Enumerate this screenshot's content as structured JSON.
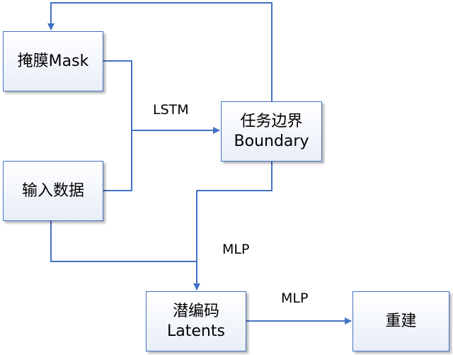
{
  "nodes": {
    "mask": {
      "label": "掩膜Mask"
    },
    "input": {
      "label": "输入数据"
    },
    "boundary": {
      "line1": "任务边界",
      "line2": "Boundary"
    },
    "latents": {
      "line1": "潜编码",
      "line2": "Latents"
    },
    "reconstruct": {
      "label": "重建"
    }
  },
  "edges": {
    "lstm": "LSTM",
    "mlp_to_latents": "MLP",
    "mlp_to_reconstruct": "MLP"
  },
  "colors": {
    "line": "#4472c4",
    "border": "#4472c4",
    "box_fill_top": "#ffffff",
    "box_fill_bottom": "#e8eef8"
  }
}
